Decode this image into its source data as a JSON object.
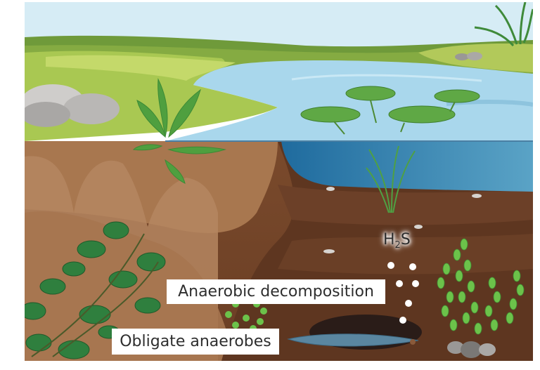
{
  "scene": {
    "description": "Pond cross-section illustration showing anaerobic conditions in sediment",
    "colors": {
      "sky": "#d6ecf5",
      "far_hill": "#6f9a3a",
      "grass": "#b7cf5a",
      "water_surface": "#a9d7ec",
      "water_deep": "#2d7fb0",
      "soil_light": "#b0805a",
      "soil_mid": "#8a5a3a",
      "soil_dark": "#5a3320",
      "label_bg": "#ffffff",
      "label_text": "#2e2e2e"
    }
  },
  "labels": {
    "gas": {
      "main": "H",
      "sub": "2",
      "tail": "S"
    },
    "anaerobic_decomposition": "Anaerobic decomposition",
    "obligate_anaerobes": "Obligate anaerobes"
  }
}
